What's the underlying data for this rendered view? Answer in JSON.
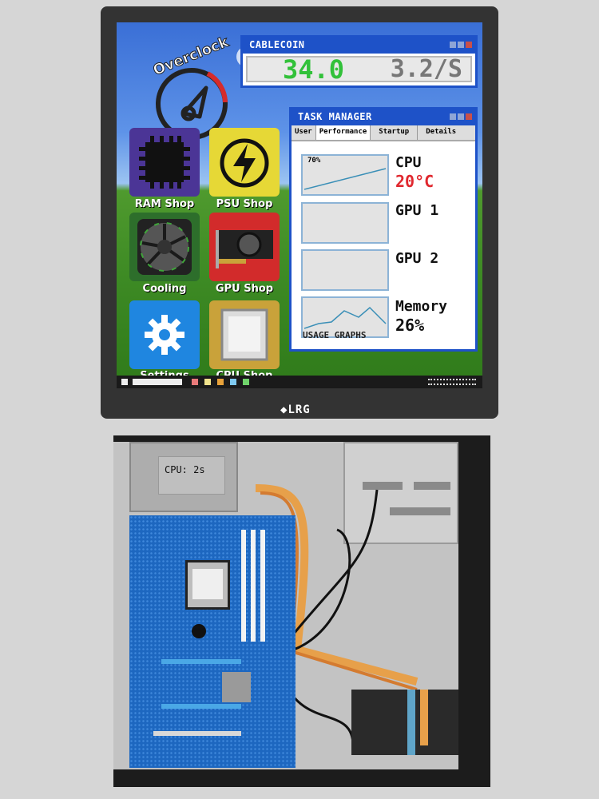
{
  "monitor": {
    "brand": "LRG",
    "logo_title": "Overclock",
    "cablecoin": {
      "title": "CABLECOIN",
      "balance": "34.0",
      "rate": "3.2/S"
    },
    "apps": [
      {
        "label": "RAM Shop",
        "color": "#4b3596",
        "icon": "chip-icon"
      },
      {
        "label": "PSU Shop",
        "color": "#e6d836",
        "icon": "power-bolt-icon"
      },
      {
        "label": "Cooling",
        "color": "#2d6e2b",
        "icon": "fan-icon"
      },
      {
        "label": "GPU Shop",
        "color": "#d22b2b",
        "icon": "gpu-icon"
      },
      {
        "label": "Settings",
        "color": "#1f86e0",
        "icon": "gear-icon"
      },
      {
        "label": "CPU Shop",
        "color": "#c9a23a",
        "icon": "cpu-icon"
      }
    ],
    "task_manager": {
      "title": "TASK MANAGER",
      "tabs": [
        "User",
        "Performance",
        "Startup",
        "Details"
      ],
      "active_tab": "Performance",
      "cpu_graph_label": "70%",
      "rows": [
        {
          "label": "CPU",
          "value": "20°C",
          "value_color": "#e0282f"
        },
        {
          "label": "GPU 1",
          "value": ""
        },
        {
          "label": "GPU 2",
          "value": ""
        },
        {
          "label": "Memory",
          "value": "26%",
          "value_color": "#111111"
        }
      ],
      "footer": "USAGE GRAPHS"
    }
  },
  "pc_case": {
    "psu_label": "CPU: 2s"
  },
  "colors": {
    "title_bar": "#1e52c8",
    "coin_green": "#32c13a",
    "temp_red": "#e0282f"
  }
}
